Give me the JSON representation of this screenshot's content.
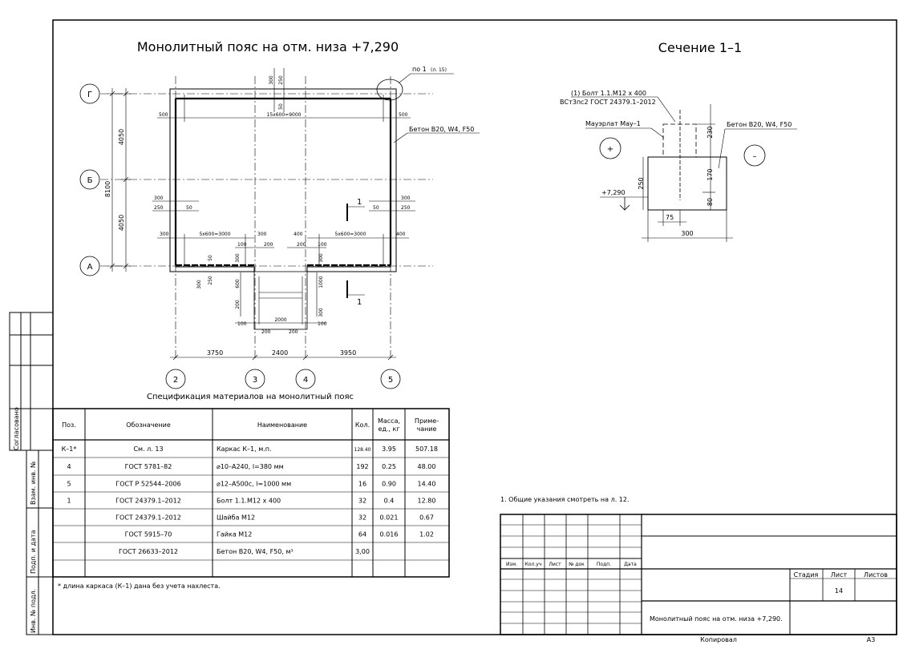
{
  "plan": {
    "title": "Монолитный пояс на отм. низа +7,290",
    "callout": "по 1",
    "callout_sheet": "(л. 15)",
    "concrete": "Бетон В20, W4, F50",
    "axes_rows": [
      "Г",
      "Б",
      "А"
    ],
    "axes_cols": [
      "2",
      "3",
      "4",
      "5"
    ],
    "section_mark": "1",
    "dims": {
      "total_cols": [
        "3750",
        "2400",
        "3950"
      ],
      "rows_left": [
        "4050",
        "4050"
      ],
      "rows_total": "8100",
      "top_span": "15х600=9000",
      "left_offset": "500",
      "right_offset": "500",
      "top_300": "300",
      "top_250": "250",
      "top_50": "50",
      "side_300": "300",
      "side_250": "250",
      "side_50": "50",
      "bottom_left_span": "5х600=3000",
      "bottom_right_span": "5х600=3000",
      "b_300": "300",
      "b_400": "400",
      "b_100": "100",
      "b_200": "200",
      "b_2000": "2000",
      "b_1000": "1000",
      "b_600": "600"
    }
  },
  "section": {
    "title": "Сечение 1–1",
    "bolt": "(1) Болт 1.1.М12 х 400",
    "bolt_gost": "ВСт3пс2 ГОСТ 24379.1–2012",
    "mauerlat": "Мауэрлат Мау–1",
    "concrete": "Бетон В20, W4, F50",
    "plus": "+",
    "minus": "–",
    "level": "+7,290",
    "dims": {
      "h230": "230",
      "h170": "170",
      "h80": "80",
      "h250": "250",
      "w75": "75",
      "w300": "300"
    }
  },
  "spec": {
    "title": "Спецификация материалов на монолитный пояс",
    "headers": [
      "Поз.",
      "Обозначение",
      "Наименование",
      "Кол.",
      "Масса, ед., кг",
      "Приме- чание"
    ],
    "rows": [
      [
        "К–1*",
        "См. л. 13",
        "Каркас К–1, м.п.",
        "128.40",
        "3.95",
        "507.18"
      ],
      [
        "4",
        "ГОСТ 5781–82",
        "⌀10–А240, l=380 мм",
        "192",
        "0.25",
        "48.00"
      ],
      [
        "5",
        "ГОСТ Р 52544–2006",
        "⌀12–А500с, l=1000 мм",
        "16",
        "0.90",
        "14.40"
      ],
      [
        "1",
        "ГОСТ 24379.1–2012",
        "Болт 1.1.М12 х 400",
        "32",
        "0.4",
        "12.80"
      ],
      [
        "",
        "ГОСТ 24379.1–2012",
        "Шайба М12",
        "32",
        "0.021",
        "0.67"
      ],
      [
        "",
        "ГОСТ 5915–70",
        "Гайка М12",
        "64",
        "0.016",
        "1.02"
      ],
      [
        "",
        "ГОСТ 26633–2012",
        "Бетон В20, W4, F50, м³",
        "3,00",
        "",
        ""
      ],
      [
        "",
        "",
        "",
        "",
        "",
        ""
      ]
    ],
    "footnote": "* длина каркаса (К–1) дана без учета нахлеста."
  },
  "notes": "1. Общие указания смотреть на л. 12.",
  "stamp": {
    "cols": [
      "Изм.",
      "Кол.уч",
      "Лист",
      "№ док",
      "Подп.",
      "Дата"
    ],
    "stage_label": "Стадия",
    "sheet_label": "Лист",
    "sheets_label": "Листов",
    "sheet_no": "14",
    "drawing_name": "Монолитный пояс на отм. низа +7,290.",
    "copied": "Копировал",
    "format": "А3"
  },
  "left_margin": {
    "agreed": "Согласовано",
    "inv_replace": "Взам. инв. №",
    "sign_date": "Подп. и дата",
    "inv_orig": "Инв. № подл."
  }
}
